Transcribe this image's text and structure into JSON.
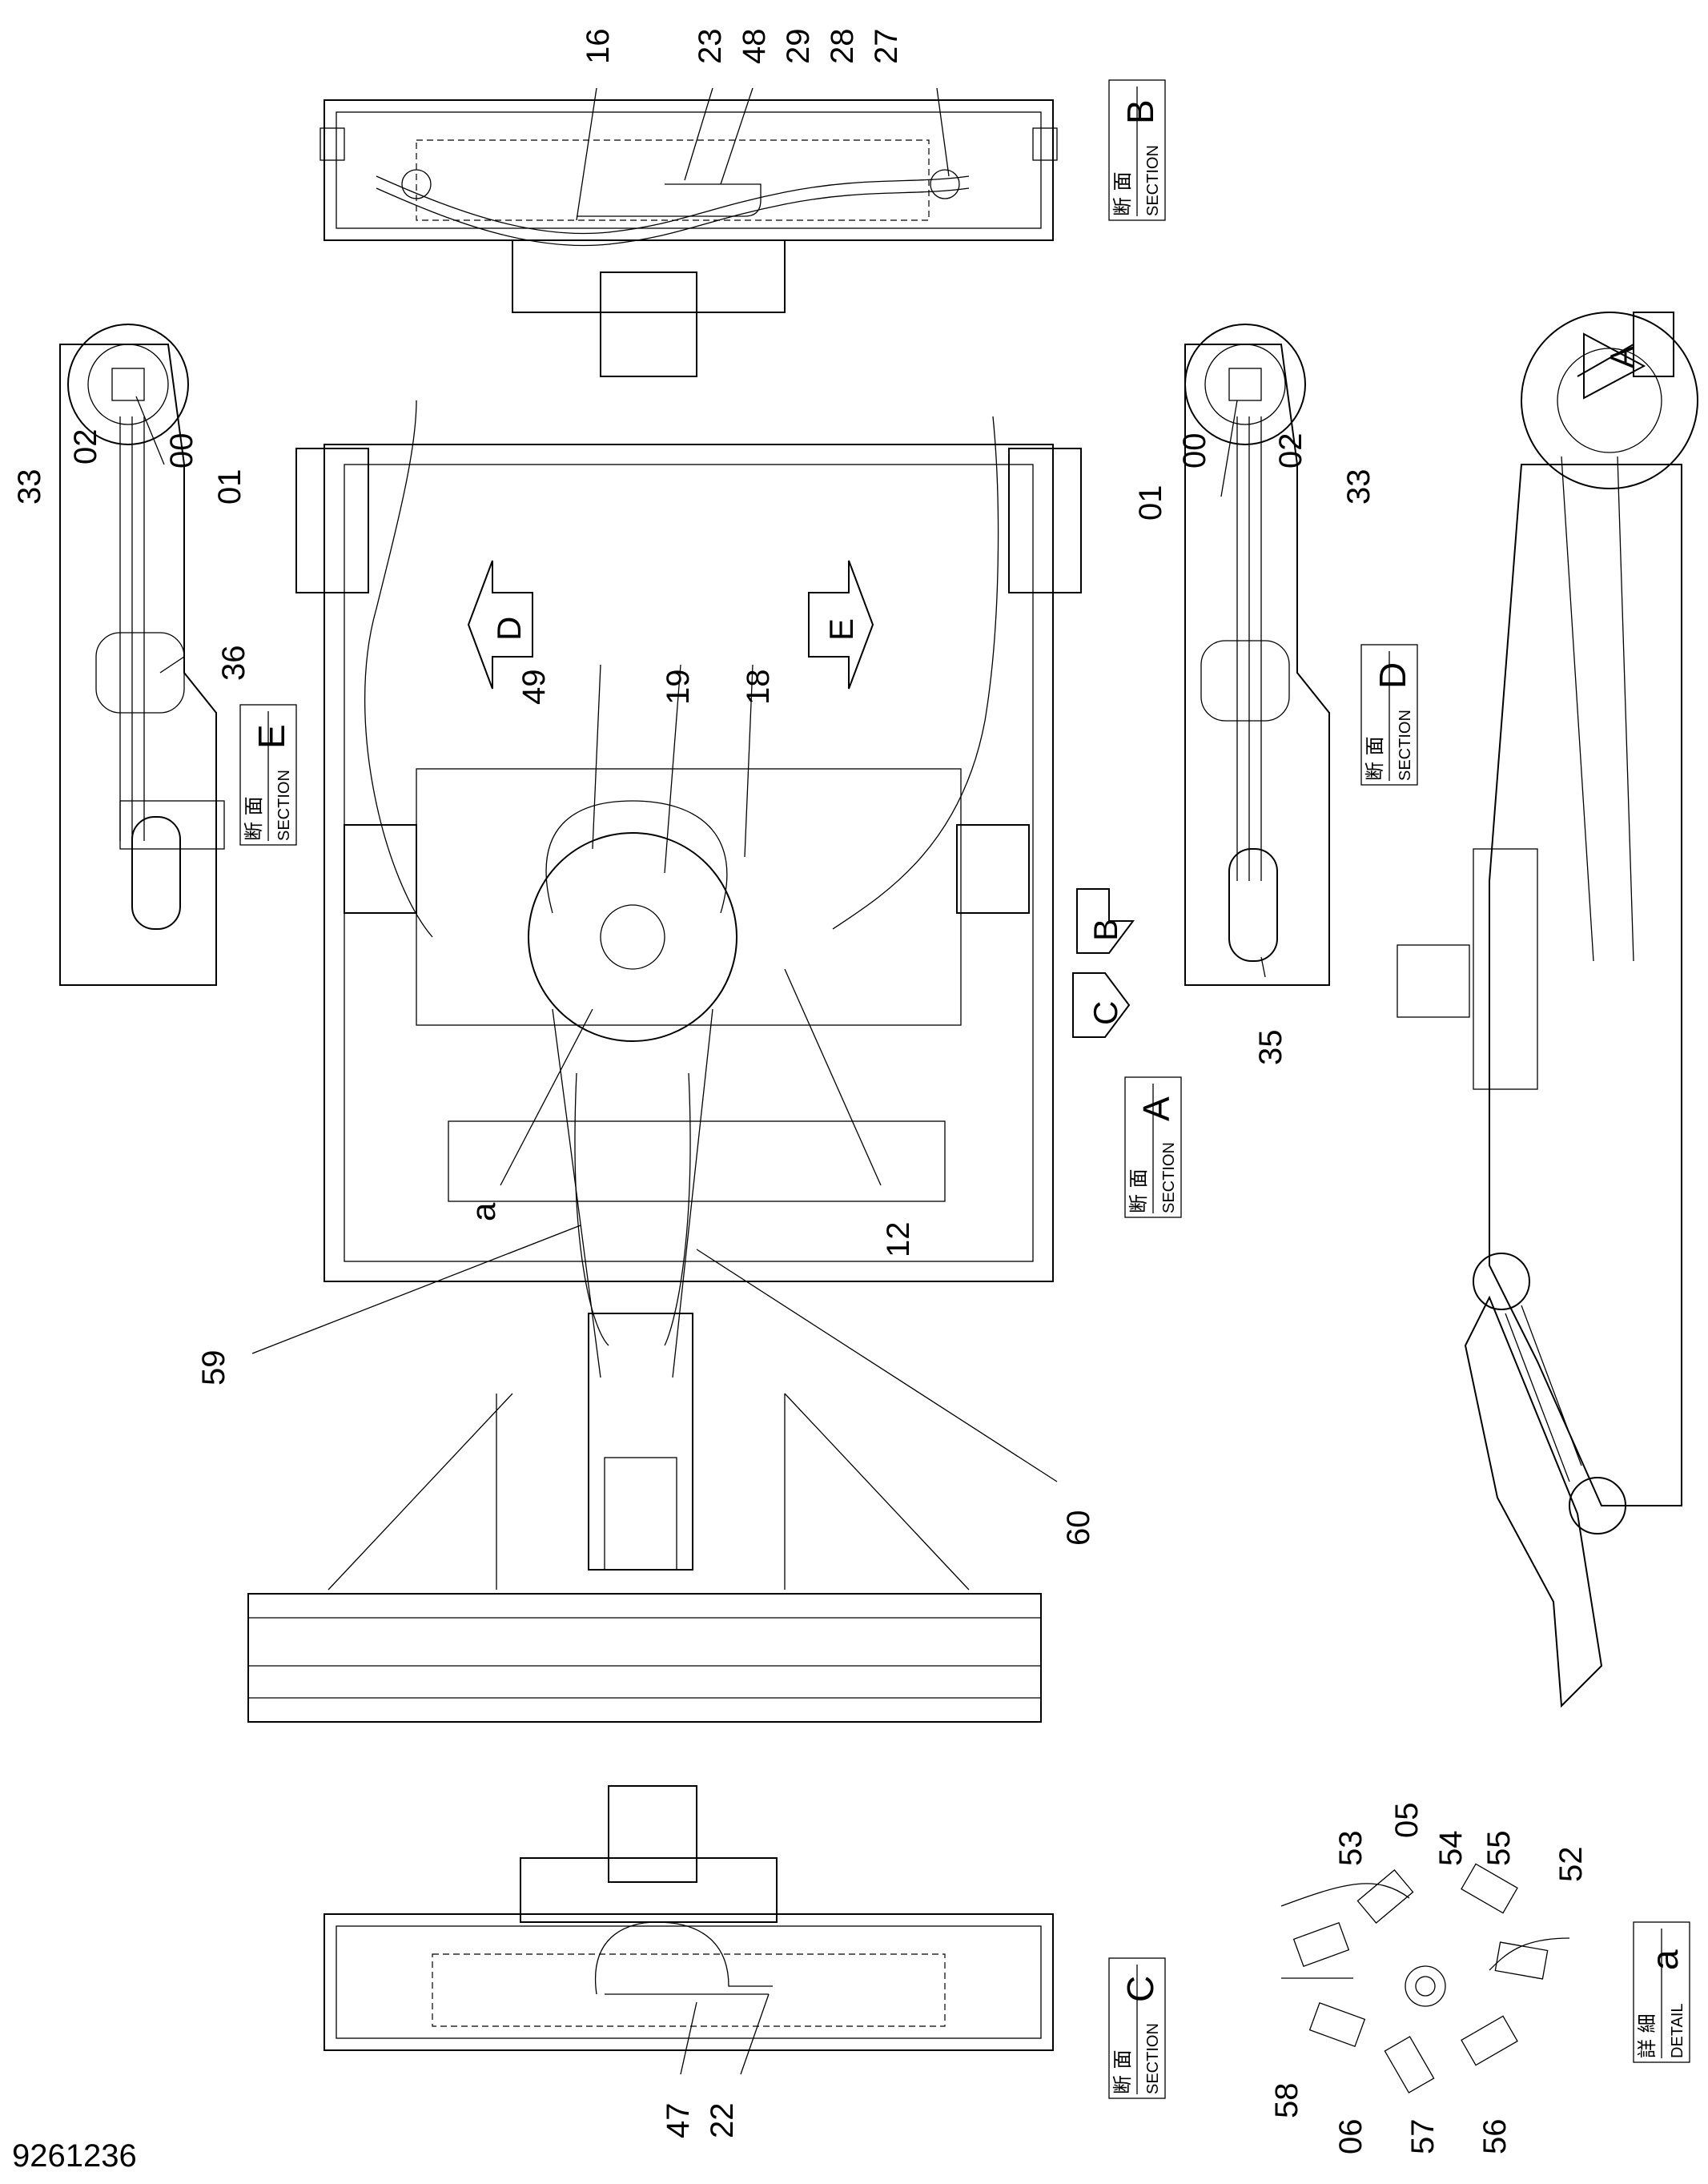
{
  "drawing": {
    "number": "9261236"
  },
  "sections": {
    "A": {
      "jp": "断 面",
      "en": "SECTION",
      "letter": "A"
    },
    "B": {
      "jp": "断 面",
      "en": "SECTION",
      "letter": "B"
    },
    "C": {
      "jp": "断 面",
      "en": "SECTION",
      "letter": "C"
    },
    "D": {
      "jp": "断 面",
      "en": "SECTION",
      "letter": "D"
    },
    "E": {
      "jp": "断 面",
      "en": "SECTION",
      "letter": "E"
    },
    "a": {
      "jp": "詳 細",
      "en": "DETAIL",
      "letter": "a"
    }
  },
  "arrows": {
    "A": "A",
    "B": "B",
    "C": "C",
    "D": "D",
    "E": "E"
  },
  "detail_ref": "a",
  "parts": {
    "p16": "16",
    "p23": "23",
    "p48": "48",
    "p29": "29",
    "p28": "28",
    "p27": "27",
    "e02": "02",
    "e00": "00",
    "e01": "01",
    "e33": "33",
    "e36": "36",
    "d01": "01",
    "d00": "00",
    "d02": "02",
    "d33": "33",
    "d35": "35",
    "p49": "49",
    "p19": "19",
    "p18": "18",
    "p12": "12",
    "p59": "59",
    "p60": "60",
    "p47": "47",
    "p22": "22",
    "p53": "53",
    "p05": "05",
    "p54": "54",
    "p55": "55",
    "p52": "52",
    "p58": "58",
    "p06": "06",
    "p57": "57",
    "p56": "56"
  }
}
